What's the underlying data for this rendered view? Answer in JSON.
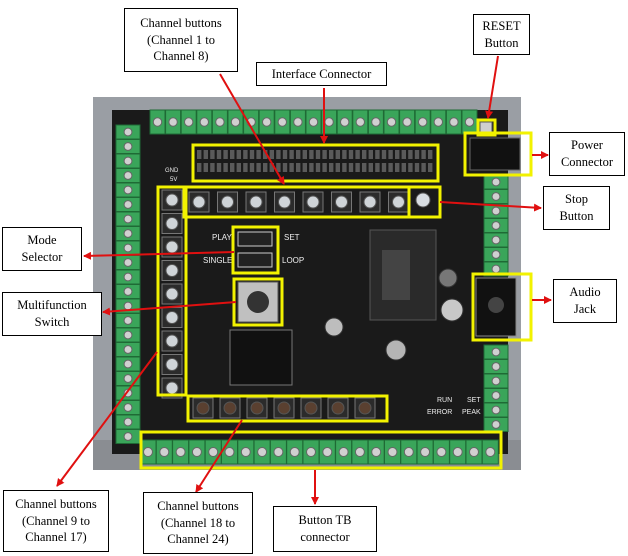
{
  "callouts": {
    "channel_1_8": "Channel buttons\n(Channel 1 to\nChannel 8)",
    "interface": "Interface Connector",
    "reset": "RESET\nButton",
    "power": "Power\nConnector",
    "stop": "Stop\nButton",
    "audio": "Audio\nJack",
    "mode": "Mode\nSelector",
    "multifunction": "Multifunction\nSwitch",
    "channel_9_17": "Channel buttons\n(Channel 9 to\nChannel 17)",
    "channel_18_24": "Channel buttons\n(Channel 18 to\nChannel 24)",
    "button_tb": "Button TB\nconnector"
  },
  "board_silkscreen": {
    "play": "PLAY",
    "set": "SET",
    "single": "SINGLE",
    "loop": "LOOP",
    "gnd": "GND",
    "v5": "5V",
    "run": "RUN",
    "error": "ERROR",
    "peak": "PEAK"
  },
  "colors": {
    "highlight": "#f2f200",
    "arrow": "#e01010",
    "terminal_green": "#3aa55a",
    "pcb": "#1a1a1a",
    "photo_bg": "#9a9ea4"
  }
}
